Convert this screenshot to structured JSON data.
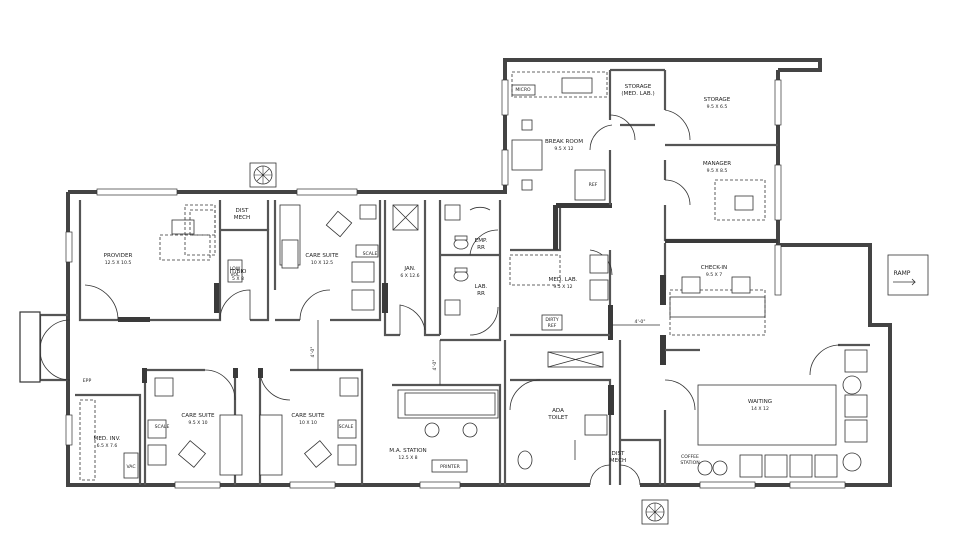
{
  "rooms": {
    "provider": {
      "name": "PROVIDER",
      "size": "12.5 X 10.5"
    },
    "dist_mech_top": {
      "name": "DIST",
      "name2": "MECH"
    },
    "care_suite_top": {
      "name": "CARE SUITE",
      "size": "10 X 12.5"
    },
    "it_bio": {
      "name": "IT/BIO",
      "size": "5 X 8"
    },
    "jan": {
      "name": "JAN.",
      "size": "6 X 12.6"
    },
    "emp_rr": {
      "name": "EMP.",
      "name2": "RR"
    },
    "lab_rr": {
      "name": "LAB.",
      "name2": "RR"
    },
    "break_room": {
      "name": "BREAK ROOM",
      "size": "9.5 X 12"
    },
    "med_lab": {
      "name": "MED. LAB.",
      "size": "9.5 X 12"
    },
    "storage_med_lab": {
      "name": "STORAGE",
      "name2": "(MED. LAB.)"
    },
    "storage": {
      "name": "STORAGE",
      "size": "9.5 X 6.5"
    },
    "manager": {
      "name": "MANAGER",
      "size": "9.5 X 8.5"
    },
    "check_in": {
      "name": "CHECK-IN",
      "size": "9.5 X 7"
    },
    "waiting": {
      "name": "WAITING",
      "size": "14 X 12"
    },
    "care_suite_left": {
      "name": "CARE SUITE",
      "size": "9.5 X 10"
    },
    "care_suite_right": {
      "name": "CARE SUITE",
      "size": "10 X 10"
    },
    "med_inv": {
      "name": "MED. INV.",
      "size": "6.5 X 7.6"
    },
    "ma_station": {
      "name": "M.A. STATION",
      "size": "12.5 X 8"
    },
    "ada_toilet": {
      "name": "ADA",
      "name2": "TOILET"
    },
    "dist_mech_bottom": {
      "name": "DIST",
      "name2": "MECH"
    }
  },
  "fixtures": {
    "scale": "SCALE",
    "micro": "MICRO",
    "ref": "REF",
    "dirty_ref": "DIRTY",
    "dirty_ref2": "REF",
    "printer": "PRINTER",
    "coffee_station": "COFFEE",
    "coffee_station2": "STATION",
    "low_vol": "LOW",
    "low_vol2": "VOL",
    "ib": "IB",
    "epp": "EPP",
    "vacuum": "VAC"
  },
  "dimensions": {
    "corridor_left": "4'-0\"",
    "corridor_mid": "4'-0\"",
    "corridor_right": "4'-0\""
  },
  "ramp": {
    "label": "RAMP"
  }
}
